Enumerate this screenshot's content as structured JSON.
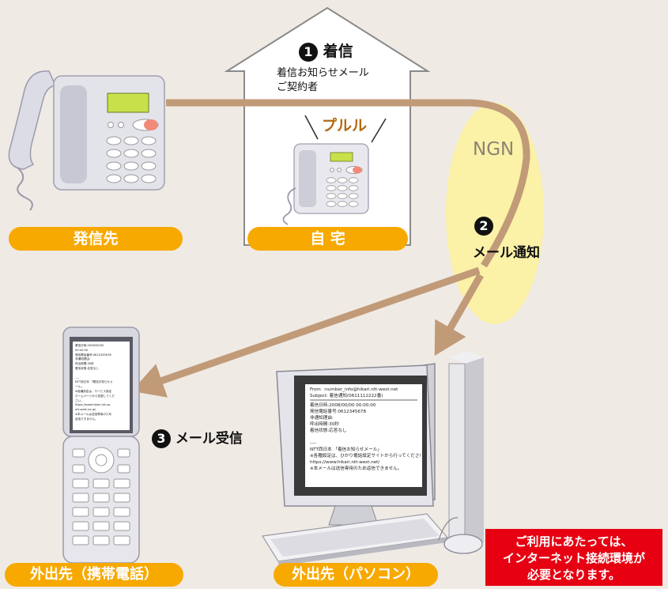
{
  "labels": {
    "caller": "発信先",
    "home": "自 宅",
    "mobile": "外出先（携帯電話）",
    "pc": "外出先（パソコン）"
  },
  "steps": {
    "step1": {
      "num": "1",
      "text": "着信"
    },
    "step1_sub": [
      "着信お知らせメール",
      "ご契約者"
    ],
    "ring": "プルル",
    "network": "NGN",
    "step2": {
      "num": "2",
      "text": "メール通知"
    },
    "step3": {
      "num": "3",
      "text": "メール受信"
    }
  },
  "pc_mail": {
    "from": "From  :number_info@hikari.ntt-west.net",
    "subject": "Subject: 着信通知(0611112222番)",
    "body": [
      "着信日時:2008/00/00 00:00:00",
      "発信電話番号:0612345678",
      "非通知理由:",
      "呼出時間:30秒",
      "着信状態:応答なし",
      "",
      "----",
      "NTT西日本 「着信お知らせメール」",
      "※各種設定は、ひかり電話設定サイトから行ってください。",
      "https://www.hikari.ntt-west.net/",
      "※本メールは送信専用のため返信できません。"
    ]
  },
  "phone_mail": [
    "着信日時:2008/00/00",
    "00:00:00",
    "発信電話番号:0612345678",
    "非通知理由:",
    "呼出時間:30秒",
    "着信状態:応答なし",
    "",
    "----",
    "NTT西日本 「着信お知らせメ",
    "ール」",
    "※各種設定は、サービス設定",
    "ホームページから変更してくだ",
    "さい。",
    "https://www.hikari.ntt-sp.",
    "ntt-west.ne.jp/",
    "※本メールは送信専用のため",
    "返信できません。"
  ],
  "note": [
    "ご利用にあたっては、",
    "インターネット接続環境が",
    "必要となります。"
  ],
  "colors": {
    "label": "#f7a900",
    "line": "#c19a78",
    "network": "#fbf1a7",
    "alert": "#e60012",
    "ring": "#b46a10"
  }
}
